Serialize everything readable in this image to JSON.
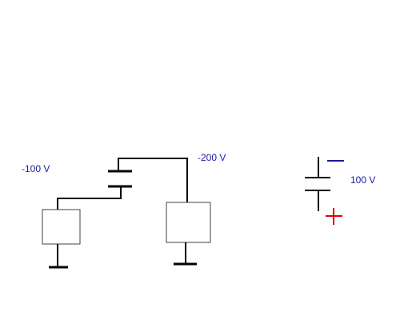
{
  "labels": {
    "left_voltage": "-100 V",
    "middle_voltage": "-200 V",
    "battery_voltage": "100 V"
  },
  "colors": {
    "wire": "#000000",
    "label_text": "#1a1aa8",
    "minus_sign": "#1a1aa8",
    "plus_sign": "#e00000",
    "box_fill": "#ffffff",
    "box_stroke": "#404040"
  }
}
